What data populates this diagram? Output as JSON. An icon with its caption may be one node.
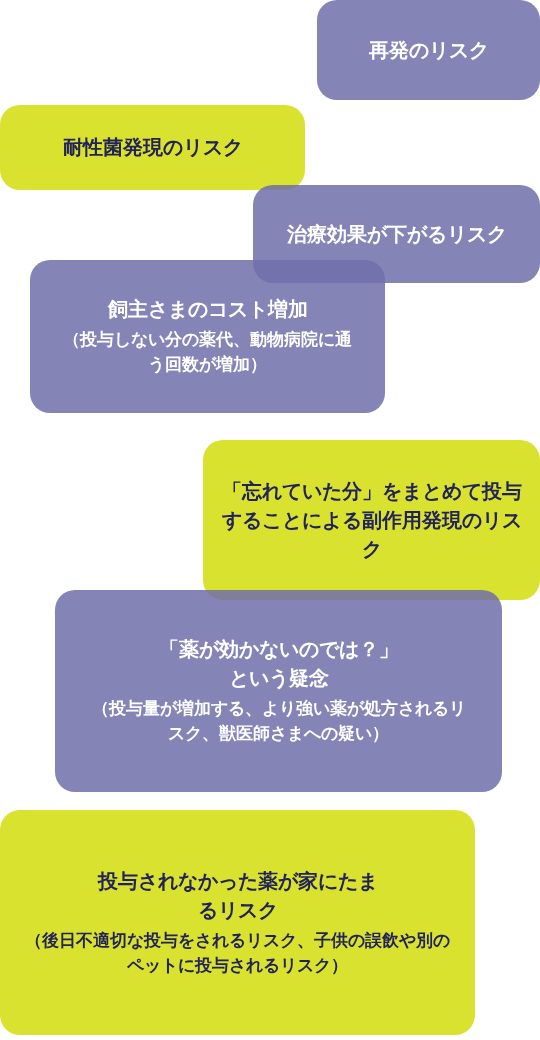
{
  "diagram": {
    "nodes": [
      {
        "text": [
          "再発のリスク"
        ]
      },
      {
        "text": [
          "耐性菌発現のリスク"
        ]
      },
      {
        "text": [
          "治療効果が下がるリスク"
        ]
      },
      {
        "text": [
          "飼主さまのコスト増加",
          "（投与しない分の薬代、動物病院に通う回数が増加）"
        ]
      },
      {
        "text": [
          "「忘れていた分」をまとめて投与することによる副作用発現のリスク"
        ]
      },
      {
        "text": [
          "「薬が効かないのでは？」という疑念",
          "（投与量が増加する、より強い薬が処方されるリスク、獣医師さまへの疑い）"
        ]
      },
      {
        "text": [
          "投与されなかった薬が家にたまるリスク",
          "（後日不適切な投与をされるリスク、子供の誤飲や別のペットに投与されるリスク）"
        ]
      }
    ]
  }
}
